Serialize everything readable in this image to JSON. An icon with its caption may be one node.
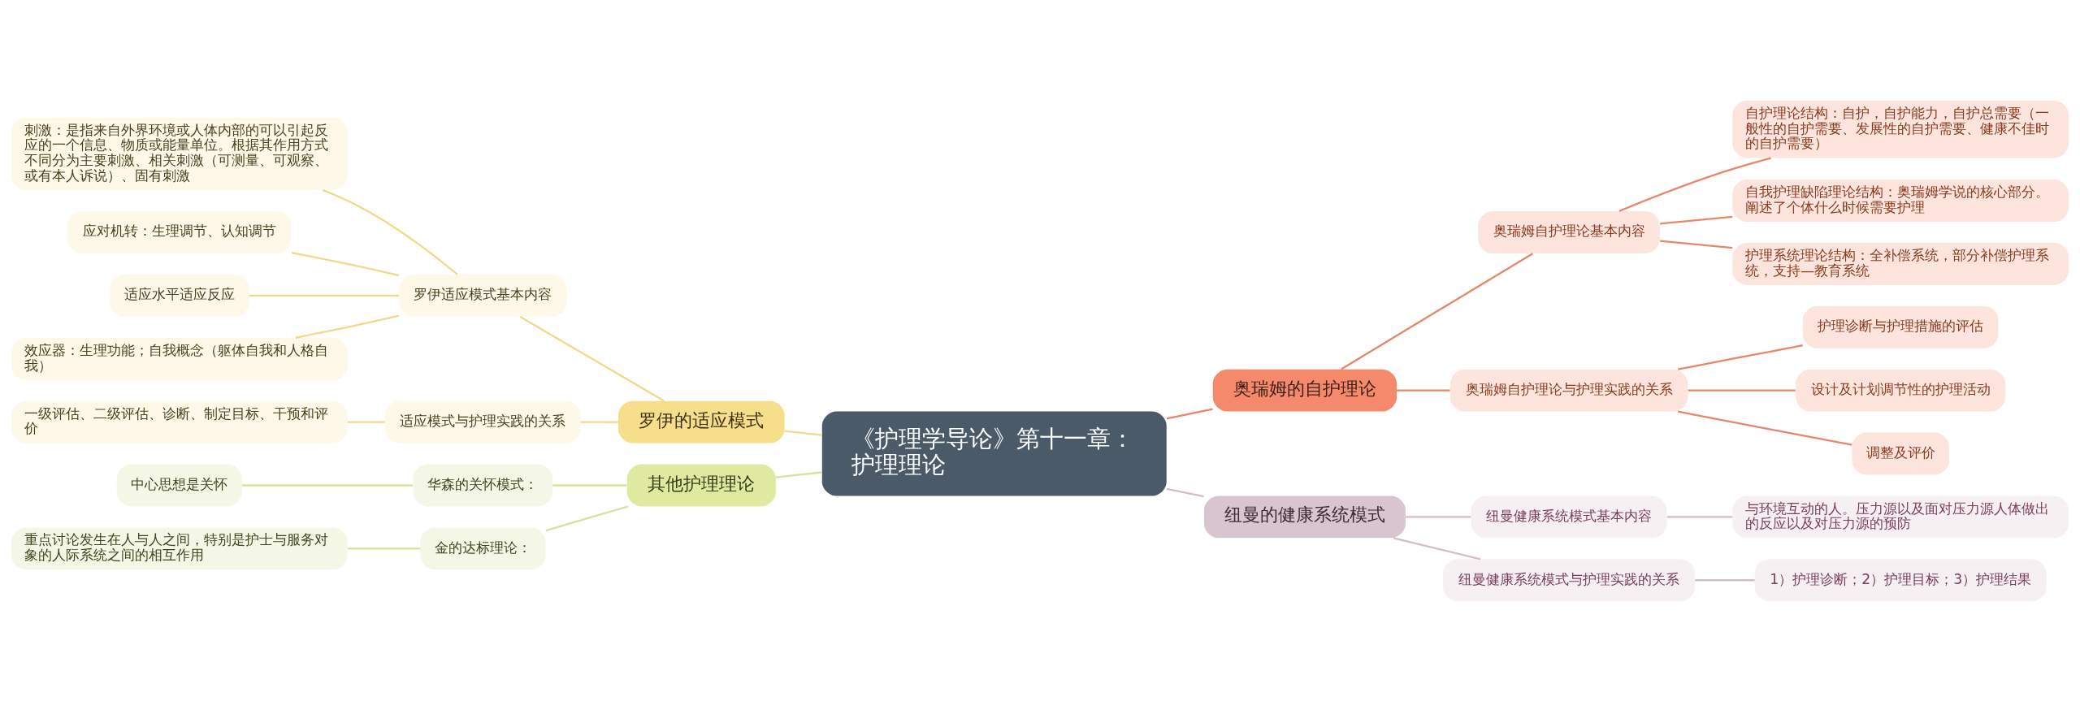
{
  "diagram": {
    "nodes": [
      {
        "text": [
          "《护理学导论》第十一章：护理理论"
        ]
      },
      {
        "text": [
          "奥瑞姆的自护理论"
        ]
      },
      {
        "text": [
          "奥瑞姆自护理论基本内容"
        ]
      },
      {
        "text": [
          "自护理论结构：自护，自护能力，自护总需要（一般性的自护需要、发展性的自护需要、健康不佳时的自护需要）"
        ]
      },
      {
        "text": [
          "自我护理缺陷理论结构：奥瑞姆学说的核心部分。阐述了个体什么时候需要护理"
        ]
      },
      {
        "text": [
          "护理系统理论结构：全补偿系统，部分补偿护理系统，支持—教育系统"
        ]
      },
      {
        "text": [
          "奥瑞姆自护理论与护理实践的关系"
        ]
      },
      {
        "text": [
          "护理诊断与护理措施的评估"
        ]
      },
      {
        "text": [
          "设计及计划调节性的护理活动"
        ]
      },
      {
        "text": [
          "调整及评价"
        ]
      },
      {
        "text": [
          "纽曼的健康系统模式"
        ]
      },
      {
        "text": [
          "纽曼健康系统模式基本内容"
        ]
      },
      {
        "text": [
          "与环境互动的人。压力源以及面对压力源人体做出的反应以及对压力源的预防"
        ]
      },
      {
        "text": [
          "纽曼健康系统模式与护理实践的关系"
        ]
      },
      {
        "text": [
          "1）护理诊断；2）护理目标；3）护理结果"
        ]
      },
      {
        "text": [
          "罗伊的适应模式"
        ]
      },
      {
        "text": [
          "罗伊适应模式基本内容"
        ]
      },
      {
        "text": [
          "刺激：是指来自外界环境或人体内部的可以引起反应的一个信息、物质或能量单位。根据其作用方式不同分为主要刺激、相关刺激（可测量、可观察、或有本人诉说）、固有刺激"
        ]
      },
      {
        "text": [
          "应对机转：生理调节、认知调节"
        ]
      },
      {
        "text": [
          "适应水平适应反应"
        ]
      },
      {
        "text": [
          "效应器：生理功能；自我概念（躯体自我和人格自我）"
        ]
      },
      {
        "text": [
          "适应模式与护理实践的关系"
        ]
      },
      {
        "text": [
          "一级评估、二级评估、诊断、制定目标、干预和评价"
        ]
      },
      {
        "text": [
          "其他护理理论"
        ]
      },
      {
        "text": [
          "华森的关怀模式："
        ]
      },
      {
        "text": [
          "中心思想是关怀"
        ]
      },
      {
        "text": [
          "金的达标理论："
        ]
      },
      {
        "text": [
          "重点讨论发生在人与人之间，特别是护士与服务对象的人际系统之间的相互作用"
        ]
      }
    ],
    "edges": [
      {
        "from": 0,
        "to": 1,
        "arrow": "none"
      },
      {
        "from": 1,
        "to": 2,
        "arrow": "none"
      },
      {
        "from": 2,
        "to": 3,
        "arrow": "none"
      },
      {
        "from": 2,
        "to": 4,
        "arrow": "none"
      },
      {
        "from": 2,
        "to": 5,
        "arrow": "none"
      },
      {
        "from": 1,
        "to": 6,
        "arrow": "none"
      },
      {
        "from": 6,
        "to": 7,
        "arrow": "none"
      },
      {
        "from": 6,
        "to": 8,
        "arrow": "none"
      },
      {
        "from": 6,
        "to": 9,
        "arrow": "none"
      },
      {
        "from": 0,
        "to": 10,
        "arrow": "none",
        "color": "#d4bcc8"
      },
      {
        "from": 10,
        "to": 11,
        "arrow": "none",
        "color": "#d4bcc8"
      },
      {
        "from": 11,
        "to": 12,
        "arrow": "none",
        "color": "#d4bcc8"
      },
      {
        "from": 10,
        "to": 13,
        "arrow": "none",
        "color": "#d4bcc8"
      },
      {
        "from": 13,
        "to": 14,
        "arrow": "none",
        "color": "#d4bcc8"
      },
      {
        "from": 0,
        "to": 15,
        "arrow": "none",
        "color": "#f2d98a"
      },
      {
        "from": 15,
        "to": 16,
        "arrow": "none",
        "color": "#f2d98a"
      },
      {
        "from": 16,
        "to": 17,
        "arrow": "none",
        "color": "#f2d98a"
      },
      {
        "from": 16,
        "to": 18,
        "arrow": "none",
        "color": "#f2d98a"
      },
      {
        "from": 16,
        "to": 19,
        "arrow": "none",
        "color": "#f2d98a"
      },
      {
        "from": 16,
        "to": 20,
        "arrow": "none",
        "color": "#f2d98a"
      },
      {
        "from": 15,
        "to": 21,
        "arrow": "none",
        "color": "#f2d98a"
      },
      {
        "from": 21,
        "to": 22,
        "arrow": "none",
        "color": "#f2d98a"
      },
      {
        "from": 0,
        "to": 23,
        "arrow": "none",
        "color": "#d4e49a"
      },
      {
        "from": 23,
        "to": 24,
        "arrow": "none",
        "color": "#d4e49a"
      },
      {
        "from": 24,
        "to": 25,
        "arrow": "none",
        "color": "#d4e49a"
      },
      {
        "from": 23,
        "to": 26,
        "arrow": "none",
        "color": "#d4e49a"
      },
      {
        "from": 26,
        "to": 27,
        "arrow": "none",
        "color": "#d4e49a"
      }
    ]
  }
}
